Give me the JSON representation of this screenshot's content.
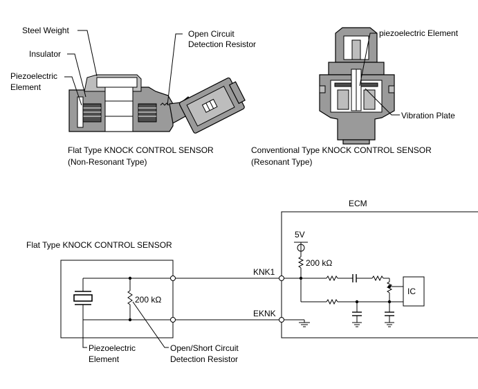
{
  "labels": {
    "steel_weight": "Steel Weight",
    "insulator": "Insulator",
    "piezo_flat_line1": "Piezoelectric",
    "piezo_flat_line2": "Element",
    "open_circuit_line1": "Open Circuit",
    "open_circuit_line2": "Detection Resistor",
    "piezo_conv": "piezoelectric Element",
    "vibration_plate": "Vibration Plate",
    "flat_caption_line1": "Flat Type KNOCK CONTROL SENSOR",
    "flat_caption_line2": "(Non-Resonant Type)",
    "conv_caption_line1": "Conventional Type KNOCK CONTROL SENSOR",
    "conv_caption_line2": "(Resonant Type)"
  },
  "circuit": {
    "ecm": "ECM",
    "sensor_title": "Flat Type KNOCK CONTROL SENSOR",
    "supply": "5V",
    "pullup_resistor": "200 kΩ",
    "sensor_resistor": "200 kΩ",
    "knk1": "KNK1",
    "eknk": "EKNK",
    "ic": "IC",
    "piezo_line1": "Piezoelectric",
    "piezo_line2": "Element",
    "detect_line1": "Open/Short Circuit",
    "detect_line2": "Detection Resistor"
  }
}
